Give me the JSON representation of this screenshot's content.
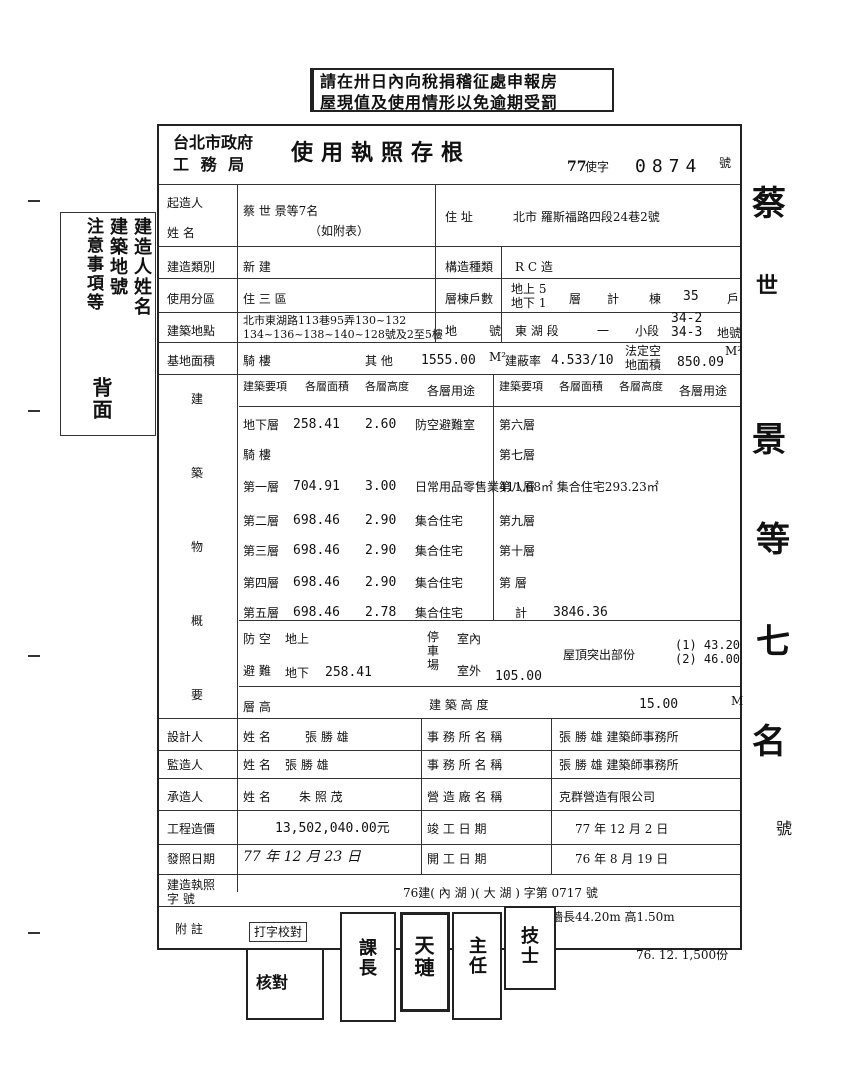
{
  "notice": {
    "line1": "請在卅日內向稅捐稽征處申報房",
    "line2": "屋現值及使用情形以免逾期受罰"
  },
  "side_note": {
    "col1": "建造人姓名",
    "col2": "建築地號",
    "col3": "注意事項等",
    "label": "背面"
  },
  "header": {
    "org1": "台北市政府",
    "org2": "工 務 局",
    "title": "使用執照存根",
    "year": "77",
    "word": "使字",
    "number": "0874",
    "hao": "號"
  },
  "row1": {
    "label_a": "起造人",
    "label_b": "姓 名",
    "value_a": "蔡 世 景等7名",
    "value_b": "（如附表）",
    "addr_label": "住 址",
    "addr_value": "北市 羅斯福路四段24巷2號"
  },
  "row2": {
    "label": "建造類別",
    "value": "新 建",
    "struct_label": "構造種類",
    "struct_value": "R C 造"
  },
  "row3": {
    "label": "使用分區",
    "value": "住 三 區",
    "floors_label": "層棟戶數",
    "above": "地上 5",
    "below": "地下 1",
    "ceng": "層",
    "qi": "計",
    "dong": "棟",
    "hu_count": "35",
    "hu": "戶"
  },
  "row4": {
    "label": "建築地點",
    "addr1": "北市東湖路113巷95弄130~132",
    "addr2": "134~136~138~140~128號及2至5樓",
    "di": "地",
    "hao": "號",
    "section": "東 湖 段",
    "dash": "一",
    "small": "小段",
    "lot1": "34-2",
    "lot2": "34-3",
    "lot_hao": "地號"
  },
  "row5": {
    "label": "基地面積",
    "qilou": "騎 樓",
    "other": "其 他",
    "other_value": "1555.00",
    "ratio_label": "建蔽率",
    "ratio_value": "4.533/10",
    "legal_label1": "法定空",
    "legal_label2": "地面積",
    "legal_value": "850.09",
    "unit": "M²"
  },
  "left_vertical": [
    "建",
    "築",
    "物",
    "概",
    "要"
  ],
  "bldg_head": {
    "item": "建築要項",
    "area": "各層面積",
    "height": "各層高度",
    "use": "各層用途"
  },
  "floors_left": [
    {
      "name": "地下層",
      "area": "258.41",
      "height": "2.60",
      "use": "防空避難室"
    },
    {
      "name": "騎 樓",
      "area": "",
      "height": "",
      "use": ""
    },
    {
      "name": "第一層",
      "area": "704.91",
      "height": "3.00",
      "use": "日常用品零售業411.68㎡ 集合住宅293.23㎡"
    },
    {
      "name": "第二層",
      "area": "698.46",
      "height": "2.90",
      "use": "集合住宅"
    },
    {
      "name": "第三層",
      "area": "698.46",
      "height": "2.90",
      "use": "集合住宅"
    },
    {
      "name": "第四層",
      "area": "698.46",
      "height": "2.90",
      "use": "集合住宅"
    },
    {
      "name": "第五層",
      "area": "698.46",
      "height": "2.78",
      "use": "集合住宅"
    }
  ],
  "floors_right": [
    "第六層",
    "第七層",
    "第八層",
    "第九層",
    "第十層",
    "第 層",
    "計"
  ],
  "total_area": "3846.36",
  "row_defense": {
    "label1": "防 空",
    "label2": "避 難",
    "above": "地上",
    "below": "地下",
    "below_value": "258.41",
    "parking1": "停",
    "parking2": "車",
    "parking3": "場",
    "indoor": "室內",
    "outdoor": "室外",
    "outdoor_value": "105.00",
    "roof_label": "屋頂突出部份",
    "roof1": "(1) 43.20",
    "roof2": "(2) 46.00"
  },
  "row_height": {
    "label": "層 高",
    "bldg_height_label": "建 築 高 度",
    "bldg_height_value": "15.00",
    "unit": "M"
  },
  "designer": {
    "role": "設計人",
    "name_label": "姓 名",
    "name": "張 勝 雄",
    "office_label": "事 務 所 名 稱",
    "office": "張 勝 雄 建築師事務所"
  },
  "supervisor": {
    "role": "監造人",
    "name_label": "姓 名",
    "name": "張 勝 雄",
    "office_label": "事 務 所 名 稱",
    "office": "張 勝 雄 建築師事務所"
  },
  "contractor": {
    "role": "承造人",
    "name_label": "姓 名",
    "name": "朱 照 茂",
    "firm_label": "營 造 廠 名 稱",
    "firm": "克群營造有限公司"
  },
  "cost": {
    "label": "工程造價",
    "value": "13,502,040.00元",
    "done_label": "竣 工 日 期",
    "done_value": "77 年 12 月 2 日"
  },
  "issue": {
    "label": "發照日期",
    "value": "77 年 12 月 23 日",
    "start_label": "開 工 日 期",
    "start_value": "76 年 8 月 19 日"
  },
  "permit": {
    "label1": "建造執照",
    "label2": "字 號",
    "value": "76建( 內 湖 )( 大 湖 ) 字第 0717 號"
  },
  "remarks": {
    "label": "附 註",
    "box": "打字校對",
    "wall": "圍牆長44.20m 高1.50m"
  },
  "stamps": {
    "s1": "核對",
    "s2": "課長",
    "s3": "天璉",
    "s4": "主任",
    "s5": "技士"
  },
  "footer": "76. 12. 1,500份",
  "right_margin": [
    "蔡",
    "世",
    "景",
    "等",
    "七",
    "名",
    "號"
  ]
}
